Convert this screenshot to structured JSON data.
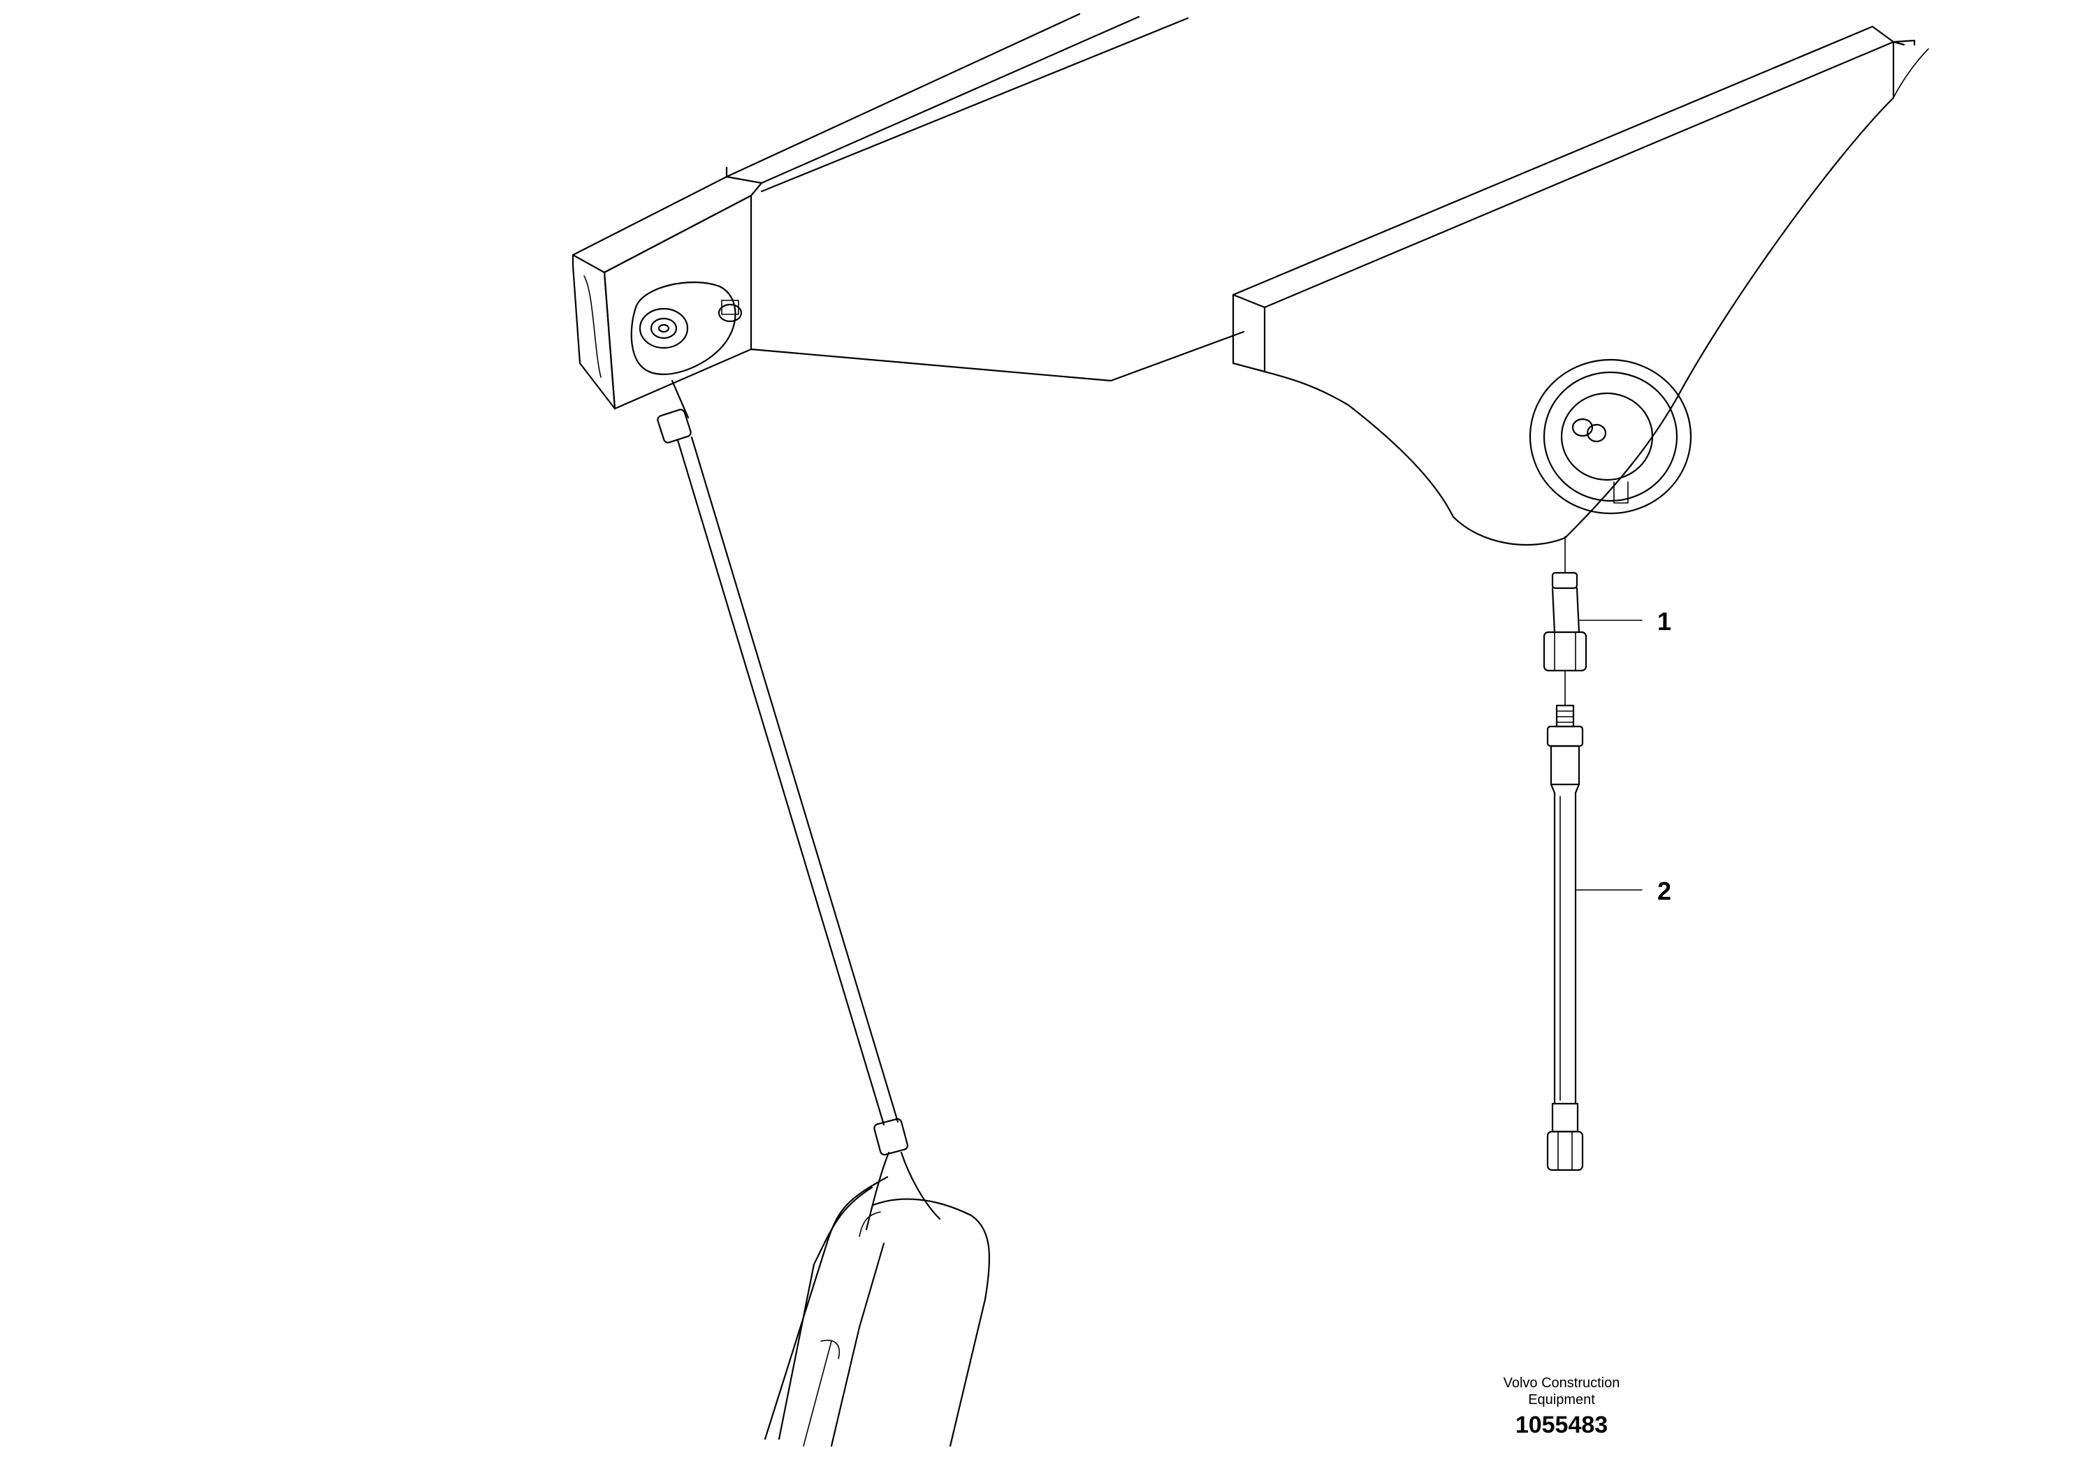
{
  "callouts": [
    {
      "id": "1",
      "label": "1"
    },
    {
      "id": "2",
      "label": "2"
    }
  ],
  "caption": {
    "company_line1": "Volvo Construction",
    "company_line2": "Equipment",
    "figure_number": "1055483"
  },
  "colors": {
    "line": "#000000",
    "background": "#ffffff"
  }
}
